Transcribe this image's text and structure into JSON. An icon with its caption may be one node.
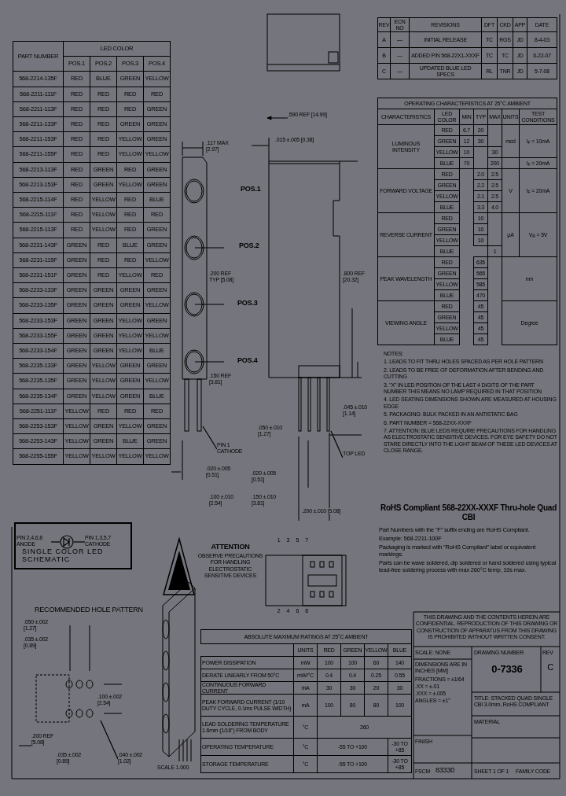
{
  "diagram": {
    "nodes": [
      {
        "text": [
          "SINGLE COLOR LED SCHEMATIC"
        ]
      },
      {
        "text": [
          "PIN 2,4,6,8 ANODE"
        ],
        "in": 0
      },
      {
        "text": [],
        "shape": "circle",
        "in": 0
      },
      {
        "text": [
          "PIN 1,3,5,7 CATHODE"
        ],
        "in": 0
      },
      {
        "text": [
          "PIN 1 CATHODE"
        ]
      },
      {
        "text": [
          "TOP LED"
        ]
      },
      {
        "text": [
          ".040 ±.002 [1.02]"
        ]
      }
    ],
    "edges": [
      {
        "from": 1,
        "to": 2,
        "arrow": "none"
      },
      {
        "from": 2,
        "to": 3,
        "arrow": "none"
      },
      {
        "from": 4,
        "to": null,
        "arrow": "none"
      },
      {
        "from": 5,
        "to": null,
        "arrow": "none"
      },
      {
        "from": 6,
        "to": null,
        "arrow": "none"
      }
    ],
    "labels": [
      "PART NUMBER",
      "LED COLOR",
      "POS.1",
      "POS.2",
      "POS.3",
      "POS.4",
      "568-2214-135F",
      "RED",
      "BLUE",
      "GREEN",
      "YELLOW",
      "568-2211-111F",
      "RED",
      "RED",
      "RED",
      "RED",
      "568-2211-113F",
      "RED",
      "RED",
      "RED",
      "GREEN",
      "568-2211-133F",
      "RED",
      "RED",
      "GREEN",
      "GREEN",
      "568-2211-153F",
      "RED",
      "RED",
      "YELLOW",
      "GREEN",
      "568-2211-155F",
      "RED",
      "RED",
      "YELLOW",
      "YELLOW",
      "568-2213-113F",
      "RED",
      "GREEN",
      "RED",
      "GREEN",
      "568-2213-153F",
      "RED",
      "GREEN",
      "YELLOW",
      "GREEN",
      "568-2215-114F",
      "RED",
      "YELLOW",
      "RED",
      "BLUE",
      "568-2215-111F",
      "RED",
      "YELLOW",
      "RED",
      "RED",
      "568-2215-113F",
      "RED",
      "YELLOW",
      "RED",
      "GREEN",
      "568-2231-143F",
      "GREEN",
      "RED",
      "BLUE",
      "GREEN",
      "568-2231-115F",
      "GREEN",
      "RED",
      "RED",
      "YELLOW",
      "568-2231-151F",
      "GREEN",
      "RED",
      "YELLOW",
      "RED",
      "568-2233-133F",
      "GREEN",
      "GREEN",
      "GREEN",
      "GREEN",
      "568-2233-135F",
      "GREEN",
      "GREEN",
      "GREEN",
      "YELLOW",
      "568-2233-153F",
      "GREEN",
      "GREEN",
      "YELLOW",
      "GREEN",
      "568-2233-155F",
      "GREEN",
      "GREEN",
      "YELLOW",
      "YELLOW",
      "568-2233-154F",
      "GREEN",
      "GREEN",
      "YELLOW",
      "BLUE",
      "568-2235-133F",
      "GREEN",
      "YELLOW",
      "GREEN",
      "GREEN",
      "568-2235-135F",
      "GREEN",
      "YELLOW",
      "GREEN",
      "YELLOW",
      "568-2235-134F",
      "GREEN",
      "YELLOW",
      "GREEN",
      "BLUE",
      "568-2251-111F",
      "YELLOW",
      "RED",
      "RED",
      "RED",
      "568-2253-153F",
      "YELLOW",
      "GREEN",
      "YELLOW",
      "GREEN",
      "568-2253-143F",
      "YELLOW",
      "GREEN",
      "BLUE",
      "GREEN",
      "568-2255-155F",
      "YELLOW",
      "YELLOW",
      "YELLOW",
      "YELLOW",
      "REV",
      "ECN NO",
      "REVISIONS",
      "DFT",
      "CKD",
      "APP",
      "DATE",
      "A",
      "—",
      "INITIAL RELEASE",
      "TC",
      "RGS",
      "JD",
      "8-4-03",
      "B",
      "—",
      "ADDED P/N 568-22X1-XXXF",
      "TC",
      "TC",
      "JD",
      "6-22-07",
      "C",
      "—",
      "UPDATED BLUE LED SPECS",
      "RL",
      "TNR",
      "JD",
      "5-7-08",
      "OPERATING CHARACTERISTICS AT 25°C AMBIENT",
      "CHARACTERISTICS",
      "LED COLOR",
      "MIN",
      "TYP",
      "MAX",
      "UNITS",
      "TEST CONDITIONS",
      "LUMINOUS INTENSITY",
      "RED",
      "6.7",
      "20",
      "GREEN",
      "12",
      "30",
      "mcd",
      "I$_{F}$ = 10mA",
      "YELLOW",
      "10",
      "30",
      "BLUE",
      "70",
      "200",
      "I$_{F}$ = 20mA",
      "FORWARD VOLTAGE",
      "RED",
      "2.0",
      "2.5",
      "V",
      "I$_{F}$ = 20mA",
      "GREEN",
      "2.2",
      "2.5",
      "YELLOW",
      "2.1",
      "2.5",
      "BLUE",
      "3.3",
      "4.0",
      "REVERSE CURRENT",
      "RED",
      "10",
      "µA",
      "V$_{R}$ = 5V",
      "GREEN",
      "10",
      "YELLOW",
      "10",
      "BLUE",
      "1",
      "PEAK WAVELENGTH",
      "RED",
      "635",
      "nm",
      "GREEN",
      "565",
      "YELLOW",
      "585",
      "BLUE",
      "470",
      "VIEWING ANGLE",
      "RED",
      "45",
      "Degree",
      "GREEN",
      "45",
      "YELLOW",
      "45",
      "BLUE",
      "45",
      ".590 REF [14.99]",
      ".117 MAX [2.97]",
      ".015 ±.005 [0.38]",
      "POS.1",
      "POS.2",
      "POS.3",
      "POS.4",
      ".200 REF TYP [5.08]",
      ".800 REF [20.32]",
      ".150 REF [3.81]",
      ".045 ±.010 [1.14]",
      ".050 ±.010 [1.27]",
      ".020 ±.005 [0.51]",
      ".020 ±.005 [0.51]",
      ".100 ±.010 [2.54]",
      ".150 ±.010 [3.81]",
      ".200 ±.010 [5.08]",
      "NOTES:",
      "1. LEADS TO FIT THRU HOLES SPACED AS PER HOLE PATTERN",
      "2. LEADS TO BE FREE OF DEFORMATION AFTER BENDING AND CUTTING",
      "3. \"X\" IN LED POSITION OF THE LAST 4 DIGITS OF THE PART NUMBER THIS MEANS NO LAMP REQUIRED IN THAT POSITION",
      "4. LED SEATING DIMENSIONS SHOWN ARE MEASURED AT HOUSING EDGE",
      "5. PACKAGING: BULK PACKED IN AN ANTISTATIC BAG",
      "6. PART NUMBER = 568-22XX-XXXF",
      "7. ATTENTION: BLUE LEDS REQUIRE PRECAUTIONS FOR HANDLING AS ELECTROSTATIC SENSITIVE DEVICES. FOR EYE SAFETY DO NOT STARE DIRECTLY INTO THE LIGHT BEAM OF THESE LED DEVICES AT CLOSE RANGE.",
      "RoHS Compliant 568-22XX-XXXF Thru-hole Quad CBI",
      "Part Numbers with the \"F\" suffix ending are RoHS Compliant.",
      "Example: 568-2211-100F",
      "Packaging is marked with \"RoHS Compliant\" label or equivalent markings.",
      "Parts can be wave soldered, dip soldered or hand soldered using typical lead-free soldering process with max 260°C temp, 10s max.",
      "1 3 5 7",
      "2 4 6 8",
      "ATTENTION",
      "OBSERVE PRECAUTIONS FOR HANDLING ELECTROSTATIC SENSITIVE DEVICES",
      "RECOMMENDED HOLE PATTERN",
      ".050 ±.002 [1.27]",
      ".035 ±.002 [0.89]",
      ".100 ±.002 [2.54]",
      ".200 REF [5.08]",
      ".035 ±.002 [0.89]",
      "SCALE 1.000",
      "ABSOLUTE MAXIMUM RATINGS AT 25°C AMBIENT",
      "UNITS",
      "RED",
      "GREEN",
      "YELLOW",
      "BLUE",
      "POWER DISSIPATION",
      "mW",
      "100",
      "100",
      "60",
      "140",
      "DERATE LINEARLY FROM 50°C",
      "mW/°C",
      "0.4",
      "0.4",
      "0.25",
      "0.55",
      "CONTINUOUS FORWARD CURRENT",
      "mA",
      "30",
      "30",
      "20",
      "30",
      "PEAK FORWARD CURRENT (1/10 DUTY CYCLE, 0.1ms PULSE WIDTH)",
      "mA",
      "100",
      "80",
      "80",
      "100",
      "LEAD SOLDERING TEMPERATURE 1.6mm (1/16\") FROM BODY",
      "°C",
      "260",
      "OPERATING TEMPERATURE",
      "°C",
      "-55 TO +100",
      "-30 TO +85",
      "STORAGE TEMPERATURE",
      "°C",
      "-55 TO +100",
      "-30 TO +85",
      "THIS DRAWING AND THE CONTENTS HEREIN ARE CONFIDENTIAL. REPRODUCTION OF THIS DRAWING OR CONSTRUCTION OF APPARATUS FROM THIS DRAWING IS PROHIBITED WITHOUT WRITTEN CONSENT.",
      "SCALE: NONE",
      "DRAWING NUMBER",
      "REV",
      "0-7336",
      "C",
      "DIMENSIONS ARE IN INCHES [MM]",
      "TITLE: STACKED QUAD SINGLE CBI 3.0mm, RoHS COMPLIANT",
      "FRACTIONS = ±1/64",
      ".XX = ±.01",
      ".XXX = ±.005",
      "ANGLES = ±1°",
      "MATERIAL",
      "FINISH",
      "FSCM",
      "83330",
      "SHEET 1 OF 1",
      "FAMILY CODE"
    ]
  }
}
